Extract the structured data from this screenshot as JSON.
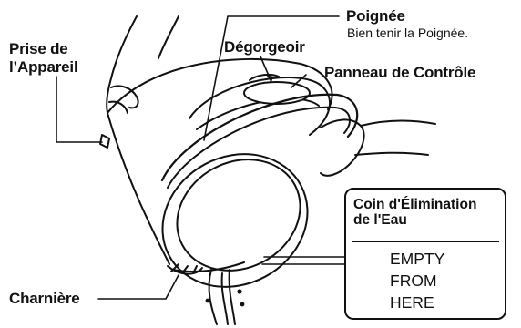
{
  "labels": {
    "handle": "Poignée",
    "handle_note": "Bien tenir la Poignée.",
    "spout": "Dégorgeoir",
    "control_panel": "Panneau de Contrôle",
    "appliance_plug_line1": "Prise de",
    "appliance_plug_line2": "l’Appareil",
    "hinge": "Charnière"
  },
  "callout": {
    "title_line1": "Coin d'Élimination",
    "title_line2": "de l'Eau",
    "lines": [
      "EMPTY",
      "FROM",
      "HERE"
    ]
  }
}
